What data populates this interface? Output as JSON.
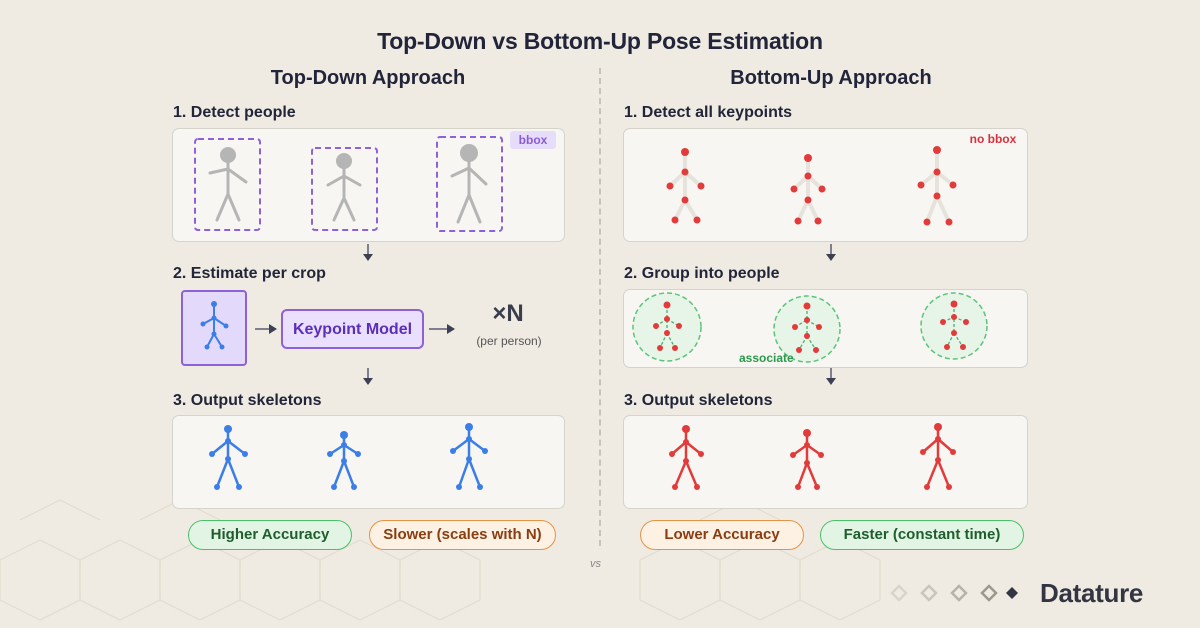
{
  "title": "Top-Down vs Bottom-Up Pose Estimation",
  "top_down": {
    "heading": "Top-Down Approach",
    "step1": "1. Detect people",
    "bbox_tag": "bbox",
    "step2": "2. Estimate per crop",
    "model_label": "Keypoint Model",
    "multiplier": "×N",
    "multiplier_note": "(per person)",
    "step3": "3. Output skeletons",
    "pro": "Higher Accuracy",
    "con": "Slower (scales with N)"
  },
  "bottom_up": {
    "heading": "Bottom-Up Approach",
    "step1": "1. Detect all keypoints",
    "no_bbox_tag": "no bbox",
    "step2": "2. Group into people",
    "associate_label": "associate",
    "step3": "3. Output skeletons",
    "con": "Lower Accuracy",
    "pro": "Faster (constant time)"
  },
  "vs_label": "vs",
  "brand": "Datature",
  "colors": {
    "top_down_skeleton": "#3b7ee8",
    "bottom_up_keypoint": "#e23b3b",
    "bbox": "#8d62d8",
    "group_ring": "#5cc47a",
    "person_gray": "#b5b5b5"
  }
}
